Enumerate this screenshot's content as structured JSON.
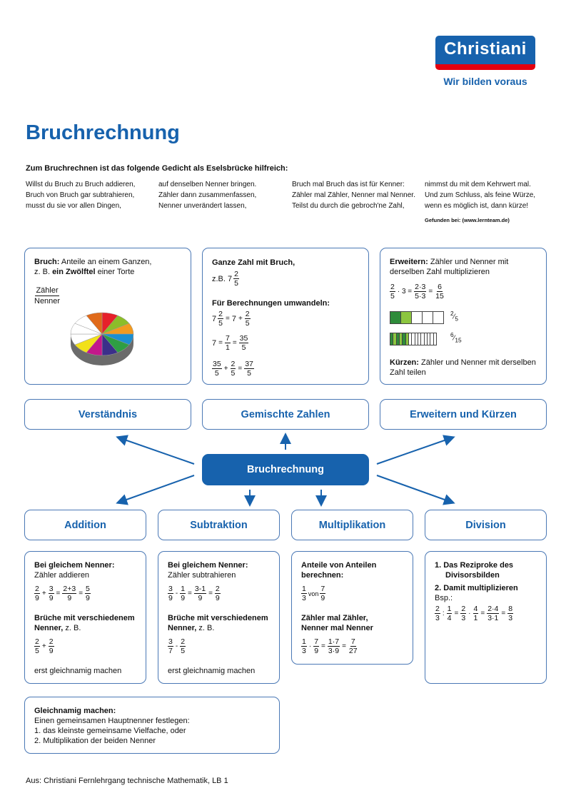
{
  "logo": {
    "name": "Christiani",
    "slogan": "Wir bilden voraus"
  },
  "title": "Bruchrechnung",
  "intro": "Zum Bruchrechnen ist das folgende Gedicht als Eselsbrücke hilfreich:",
  "poem": [
    "Willst du Bruch zu Bruch addieren,\nBruch von Bruch gar subtrahieren,\nmusst du sie vor allen Dingen,",
    "auf denselben Nenner bringen.\nZähler dann zusammenfassen,\nNenner unverändert lassen,",
    "Bruch mal Bruch das ist für Kenner:\nZähler mal Zähler, Nenner mal Nenner.\nTeilst du durch die gebroch'ne Zahl,",
    "nimmst du mit dem Kehrwert mal.\nUnd zum Schluss, als feine Würze,\nwenn es möglich ist, dann kürze!"
  ],
  "found": "Gefunden bei: (www.lernteam.de)",
  "bruch_box": {
    "label": "Bruch:",
    "text1": " Anteile an einem Ganzen,",
    "text2a": "z. B. ",
    "text2b": "ein Zwölftel",
    "text2c": " einer Torte",
    "num_word": "Zähler",
    "den_word": "Nenner"
  },
  "pie_colors": [
    "#e6202a",
    "#8cbd2a",
    "#f29a1f",
    "#1c8fd0",
    "#2f9e44",
    "#3b2f8a",
    "#c2188b",
    "#f2e119",
    "#ffffff",
    "#ffffff",
    "#ffffff",
    "#e06a1a"
  ],
  "ganze_box": {
    "heading": "Ganze Zahl mit Bruch,",
    "example_prefix": "z.B. 7",
    "convert_heading": "Für Berechnungen umwandeln:",
    "w": "7",
    "n2": "2",
    "d5": "5",
    "n7": "7",
    "d1": "1",
    "n35": "35",
    "n37": "37",
    "eqs": "=",
    "plus": "+"
  },
  "erweitern_box": {
    "label": "Erweitern:",
    "text": " Zähler und Nenner mit derselben Zahl multiplizieren",
    "n2": "2",
    "d5": "5",
    "mul": "· 3 =",
    "n23": "2·3",
    "d53": "5·3",
    "n6": "6",
    "d15": "15",
    "bar1_label_n": "2",
    "bar1_label_d": "5",
    "bar2_label_n": "6",
    "bar2_label_d": "15",
    "kuerzen_label": "Kürzen:",
    "kuerzen_text": " Zähler und Nenner mit derselben Zahl teilen"
  },
  "headers": {
    "verstaendnis": "Verständnis",
    "gemischte": "Gemischte Zahlen",
    "erweitern": "Erweitern und Kürzen",
    "center": "Bruchrechnung",
    "addition": "Addition",
    "subtraktion": "Subtraktion",
    "multiplikation": "Multiplikation",
    "division": "Division"
  },
  "addition_box": {
    "h1": "Bei gleichem Nenner:",
    "t1": "Zähler addieren",
    "h2": "Brüche mit verschiedenem",
    "h2b": "Nenner,",
    "h2c": " z. B.",
    "foot": "erst gleichnamig machen",
    "n2": "2",
    "n3": "3",
    "n23": "2+3",
    "n5": "5",
    "d9": "9",
    "d5": "5",
    "plus": "+",
    "eq": "="
  },
  "subtraktion_box": {
    "h1": "Bei gleichem Nenner:",
    "t1": "Zähler subtrahieren",
    "h2": "Brüche mit verschiedenem",
    "h2b": "Nenner,",
    "h2c": " z. B.",
    "foot": "erst gleichnamig machen",
    "n3": "3",
    "n1": "1",
    "n31": "3-1",
    "n2": "2",
    "d9": "9",
    "d7": "7",
    "d5": "5",
    "minus": "-",
    "eq": "="
  },
  "multiplikation_box": {
    "h1": "Anteile von Anteilen",
    "h1b": "berechnen:",
    "von": "von",
    "h2": "Zähler mal Zähler,",
    "h2b": "Nenner mal Nenner",
    "n1": "1",
    "n7": "7",
    "n17": "1·7",
    "d3": "3",
    "d9": "9",
    "d39": "3·9",
    "d27": "27",
    "dot": "·",
    "eq": "="
  },
  "division_box": {
    "s1": "1.  Das Reziproke des",
    "s1b": "Divisorsbilden",
    "s2": "2.  Damit multiplizieren",
    "bsp": "Bsp.:",
    "n2": "2",
    "n1": "1",
    "n4": "4",
    "n24": "2·4",
    "n8": "8",
    "d3": "3",
    "d4": "4",
    "d1": "1",
    "d31": "3·1",
    "colon": ":",
    "dot": "·",
    "eq": "="
  },
  "gleich_box": {
    "h": "Gleichnamig machen:",
    "l1": "Einen gemeinsamen Hauptnenner festlegen:",
    "l2": "1. das kleinste gemeinsame Vielfache, oder",
    "l3": "2. Multiplikation der beiden Nenner"
  },
  "footer": "Aus: Christiani Fernlehrgang technische Mathematik, LB 1"
}
